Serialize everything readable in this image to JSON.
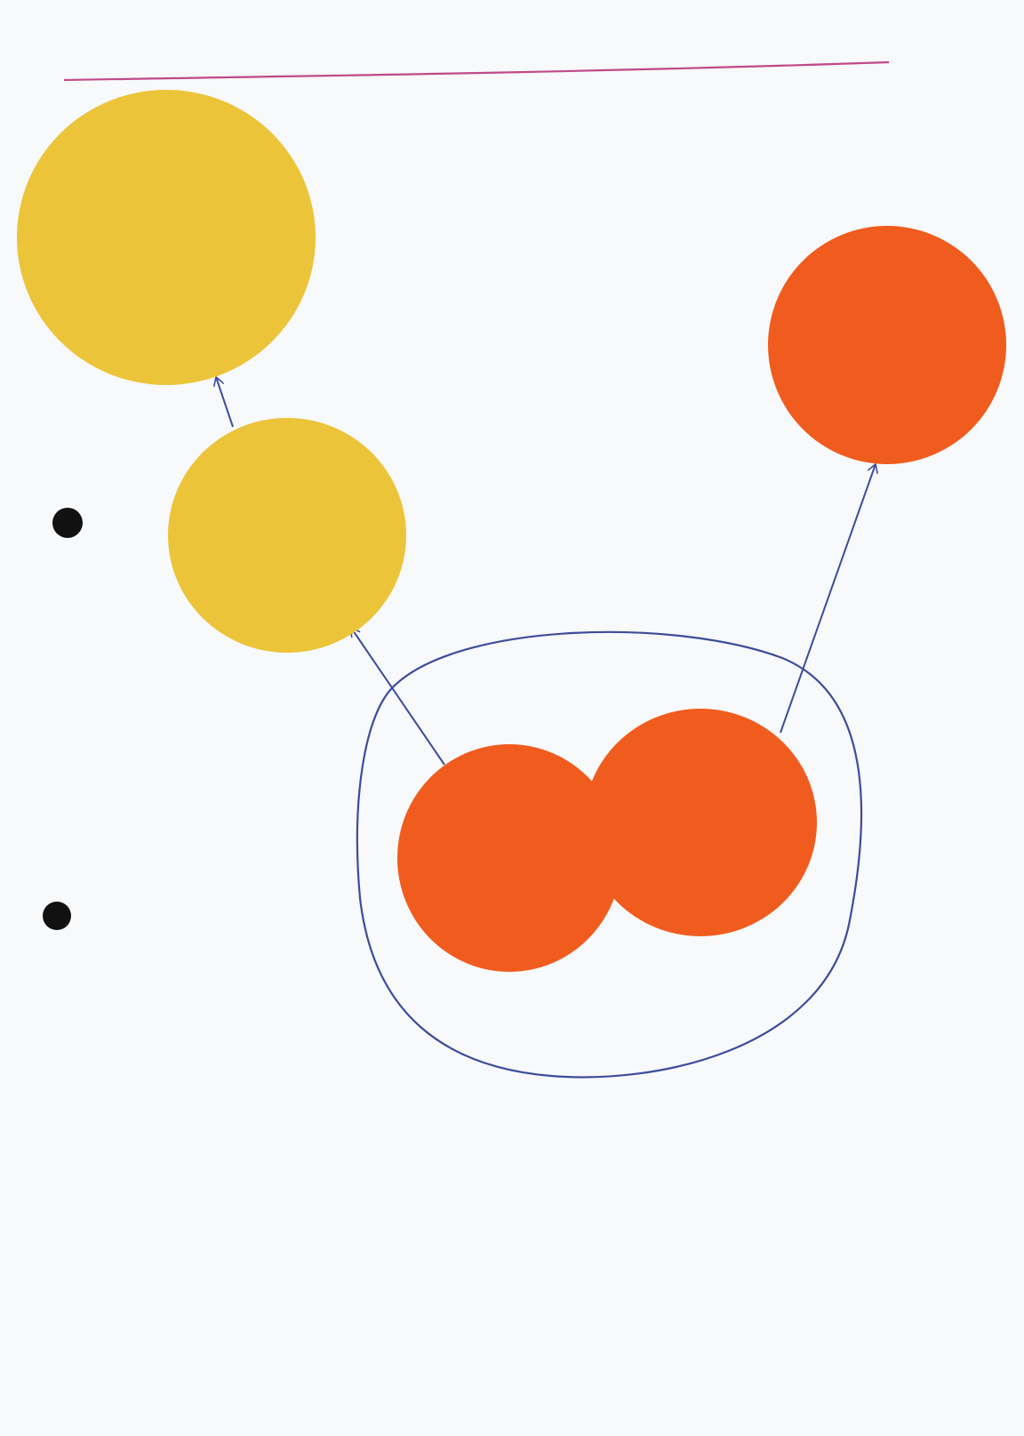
{
  "title": "",
  "nodes": [
    {
      "id": "top-yellow",
      "label": "",
      "color": "#ecc43a"
    },
    {
      "id": "mid-yellow",
      "label": "",
      "color": "#ecc43a"
    },
    {
      "id": "top-right-orange",
      "label": "",
      "color": "#f05c1e"
    },
    {
      "id": "center-left-orange",
      "label": "",
      "color": "#f05c1e"
    },
    {
      "id": "center-right-orange",
      "label": "",
      "color": "#f05c1e"
    }
  ],
  "participants": {
    "label": "",
    "rows": [
      {
        "who": "",
        "count": ""
      },
      {
        "who": "",
        "count": ""
      }
    ]
  },
  "colors": {
    "paper": "#f7f9fa",
    "ink": "#3e4c9a",
    "title_underline": "#c04a8a",
    "yellow": "#ecc43a",
    "orange": "#f05c1e",
    "dot": "#111111"
  }
}
